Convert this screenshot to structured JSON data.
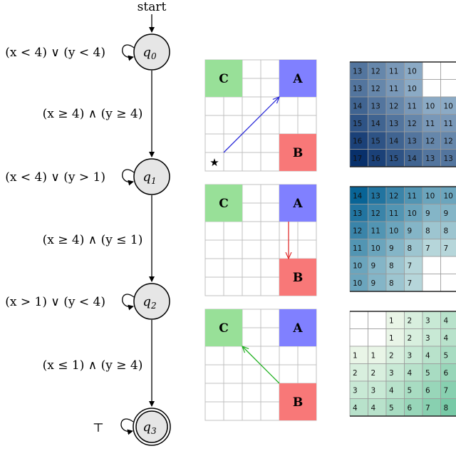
{
  "automaton": {
    "start_label": "start",
    "states": [
      {
        "id": "q0",
        "name": "q",
        "sub": "0",
        "accepting": false,
        "self_loop": "(x < 4) ∨ (y < 4)"
      },
      {
        "id": "q1",
        "name": "q",
        "sub": "1",
        "accepting": false,
        "self_loop": "(x < 4) ∨ (y > 1)"
      },
      {
        "id": "q2",
        "name": "q",
        "sub": "2",
        "accepting": false,
        "self_loop": "(x > 1) ∨ (y < 4)"
      },
      {
        "id": "q3",
        "name": "q",
        "sub": "3",
        "accepting": true,
        "self_loop": "⊤"
      }
    ],
    "transitions": [
      "(x ≥ 4) ∧ (y ≥ 4)",
      "(x ≥ 4) ∧ (y ≤ 1)",
      "(x ≤ 1) ∧ (y ≥ 4)"
    ]
  },
  "colors": {
    "region_A": "#8080ff",
    "region_B": "#f87878",
    "region_C": "#98e098",
    "arrow_1": "#2a2ad8",
    "arrow_2": "#e03030",
    "arrow_3": "#20b020",
    "grid_line": "#c0c0c0"
  },
  "grid_panels": [
    {
      "labels": {
        "A": "A",
        "B": "B",
        "C": "C"
      },
      "start_marker": "★",
      "arrow_from": "start",
      "arrow_to": "A",
      "arrow_color_key": "arrow_1"
    },
    {
      "labels": {
        "A": "A",
        "B": "B",
        "C": "C"
      },
      "start_marker": "",
      "arrow_from": "A",
      "arrow_to": "B",
      "arrow_color_key": "arrow_2"
    },
    {
      "labels": {
        "A": "A",
        "B": "B",
        "C": "C"
      },
      "start_marker": "",
      "arrow_from": "B",
      "arrow_to": "C",
      "arrow_color_key": "arrow_3"
    }
  ],
  "value_maps": [
    {
      "palette": "blue",
      "rows": [
        [
          "13",
          "12",
          "11",
          "10",
          "",
          ""
        ],
        [
          "13",
          "12",
          "11",
          "10",
          "",
          ""
        ],
        [
          "14",
          "13",
          "12",
          "11",
          "10",
          "10"
        ],
        [
          "15",
          "14",
          "13",
          "12",
          "11",
          "11"
        ],
        [
          "16",
          "15",
          "14",
          "13",
          "12",
          "12"
        ],
        [
          "17",
          "16",
          "15",
          "14",
          "13",
          "13"
        ]
      ]
    },
    {
      "palette": "teal",
      "rows": [
        [
          "14",
          "13",
          "12",
          "11",
          "10",
          "10"
        ],
        [
          "13",
          "12",
          "11",
          "10",
          "9",
          "9"
        ],
        [
          "12",
          "11",
          "10",
          "9",
          "8",
          "8"
        ],
        [
          "11",
          "10",
          "9",
          "8",
          "7",
          "7"
        ],
        [
          "10",
          "9",
          "8",
          "7",
          "",
          ""
        ],
        [
          "10",
          "9",
          "8",
          "7",
          "",
          ""
        ]
      ]
    },
    {
      "palette": "green",
      "rows": [
        [
          "",
          "",
          "1",
          "2",
          "3",
          "4"
        ],
        [
          "",
          "",
          "1",
          "2",
          "3",
          "4"
        ],
        [
          "1",
          "1",
          "2",
          "3",
          "4",
          "5"
        ],
        [
          "2",
          "2",
          "3",
          "4",
          "5",
          "6"
        ],
        [
          "3",
          "3",
          "4",
          "5",
          "6",
          "7"
        ],
        [
          "4",
          "4",
          "5",
          "6",
          "7",
          "8"
        ]
      ]
    }
  ]
}
